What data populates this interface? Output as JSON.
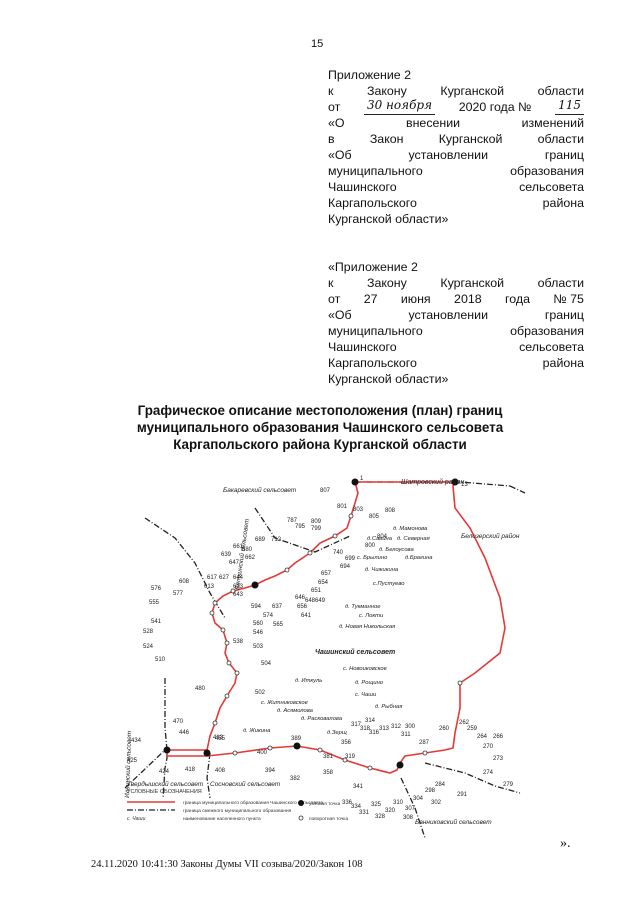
{
  "page_number": "15",
  "annex1": {
    "line1": "Приложение 2",
    "line2": [
      "к",
      "Закону",
      "Курганской",
      "области"
    ],
    "line3_prefix": "от",
    "date_handwritten": "30 ноября",
    "line3_mid": "2020 года №",
    "number_handwritten": "115",
    "line4": [
      "«О",
      "внесении",
      "изменений"
    ],
    "line5": [
      "в",
      "Закон",
      "Курганской",
      "области"
    ],
    "line6": [
      "«Об",
      "установлении",
      "границ"
    ],
    "line7": [
      "муниципального",
      "образования"
    ],
    "line8": [
      "Чашинского",
      "сельсовета"
    ],
    "line9": [
      "Каргапольского",
      "района"
    ],
    "line10": "Курганской области»"
  },
  "annex2": {
    "line1": "«Приложение 2",
    "line2": [
      "к",
      "Закону",
      "Курганской",
      "области"
    ],
    "line3": [
      "от",
      "27",
      "июня",
      "2018",
      "года",
      "№ 75"
    ],
    "line4": [
      "«Об",
      "установлении",
      "границ"
    ],
    "line5": [
      "муниципального",
      "образования"
    ],
    "line6": [
      "Чашинского",
      "сельсовета"
    ],
    "line7": [
      "Каргапольского",
      "района"
    ],
    "line8": "Курганской области»"
  },
  "title": {
    "line1": "Графическое описание местоположения (план) границ",
    "line2": "муниципального образования Чашинского сельсовета",
    "line3": "Каргапольского района Курганской области"
  },
  "map": {
    "neighbors": {
      "bakarevsky": "Бакаревский сельсовет",
      "shatrovsky": "Шатровский район",
      "belozersky": "Белозерский район",
      "vyatkinsky": "Вяткинский сельсовет",
      "ilyinsky": "Ильинский сельсовет",
      "tverdysh": "Твердышский сельсовет",
      "sosnovsky": "Сосновский сельсовет",
      "bannikovsky": "Банниковский сельсовет",
      "center": "Чашинский сельсовет"
    },
    "settlements": [
      "д. Мамонова",
      "д.Савина",
      "д. Северная",
      "д. Белоусова",
      "с. Брылино",
      "д.Брагина",
      "д. Чижикина",
      "с.Пустуево",
      "д. Тукманное",
      "с. Локти",
      "д. Новая Никольская",
      "с. Новоиковское",
      "д. Иткуль",
      "с. Житниковское",
      "д. Рощино",
      "с. Чаши",
      "д. Асямолова",
      "д. Рыбная",
      "д. Жикина",
      "д. Расковалова",
      "д.Зерщ"
    ],
    "legend_title": "УСЛОВНЫЕ ОБОЗНАЧЕНИЯ",
    "legend": [
      {
        "label": "граница муниципального образования Чашинского сельсовета"
      },
      {
        "label": "граница смежного муниципального образования"
      },
      {
        "label": "наименование населенного пункта",
        "sample": "с. Чаши"
      },
      {
        "label": "узловая точка"
      },
      {
        "label": "поворотная точка"
      }
    ],
    "colors": {
      "boundary": "#e53935",
      "neighbor": "#222222"
    }
  },
  "footer": "24.11.2020 10:41:30 Законы Думы VII созыва/2020/Закон 108",
  "end_mark": "»."
}
